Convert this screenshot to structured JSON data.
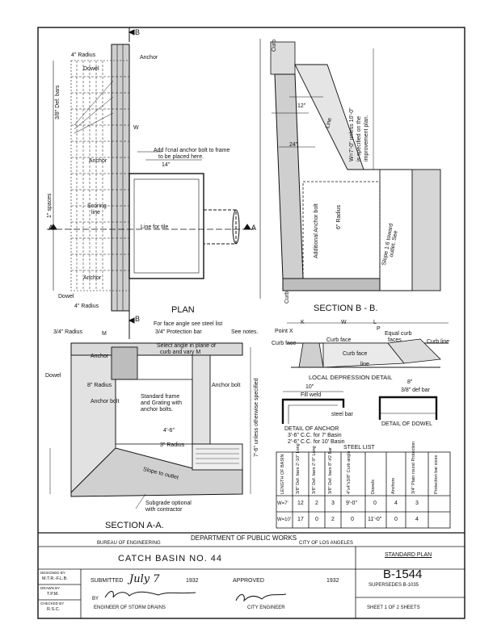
{
  "plan": {
    "title": "PLAN",
    "labels": {
      "radius_top": "4\" Radius",
      "anchor_top": "Anchor",
      "dowel_top": "Dowel",
      "def_bars": "3/8\" Def. bars",
      "w": "W",
      "add_note_1": "Add l'cnal anchor bolt to frame",
      "add_note_2": "to be placed here.",
      "dim_14": "14\"",
      "anchor_mid": "Anchor",
      "spaces": "1\" spaces",
      "scoring_1": "Scoring",
      "scoring_2": "line",
      "line_for_tile": "Line for tile",
      "anchor_bot": "Anchor",
      "dowel_bot": "Dowel",
      "radius_bot": "4\" Radius",
      "section_b": "B",
      "section_a": "A"
    }
  },
  "section_bb": {
    "title": "SECTION B - B.",
    "labels": {
      "curb": "Curb",
      "dim_24": "24\"",
      "dim_12": "12\"",
      "line": "Line",
      "w_note_1": "W=7'-0\" unless 10'-0\"",
      "w_note_2": "is specified on the",
      "w_note_3": "improvement plan.",
      "radius": "6\" Radius",
      "anchor_bolt": "Additional Anchor bolt",
      "slope_1": "Slope 1:6 toward",
      "slope_2": "outlet. See",
      "curb_bot": "Curb"
    }
  },
  "section_aa": {
    "title": "SECTION A-A.",
    "labels": {
      "radius_34": "3/4\" Radius",
      "m": "M",
      "anchor": "Anchor",
      "dowel": "Dowel",
      "radius_8": "8\" Radius",
      "anchor_bolt": "Anchor bolt",
      "for_face_1": "For face angle see steel list",
      "protection_bar": "3/4\" Protection bar",
      "see_notes": "See notes.",
      "select_1": "Select angle in plane of",
      "select_2": "curb and vary M",
      "frame_1": "Standard frame",
      "frame_2": "and Grating with",
      "frame_3": "anchor bolts.",
      "anchor_bolt_r": "Anchor bolt",
      "depth": "4'-6\"",
      "radius_3": "3\" Radius",
      "slope_outlet": "Slope to outlet",
      "side_note": "7'-6\" unless otherwise specified",
      "subgrade_1": "Subgrade optional",
      "subgrade_2": "with contractor"
    }
  },
  "local_depression": {
    "title": "LOCAL DEPRESSION DETAIL",
    "labels": {
      "point_x": "Point X",
      "k": "K",
      "w": "W",
      "l": "L",
      "p": "P",
      "curb_face_l": "Curb face",
      "curb_face_top": "Curb face",
      "curb_face_mid": "Curb face",
      "equal": "Equal curb",
      "faces": "faces",
      "curb_line": "Curb line",
      "line": "line"
    }
  },
  "detail_anchor": {
    "title": "DETAIL OF ANCHOR",
    "line_1": "3'-6\" C.C. for 7' Basin",
    "line_2": "2'-6\" C.C. for 10' Basin",
    "labels": {
      "dim_10": "10\"",
      "fillweld": "Fill weld",
      "steel_bar": "steel bar"
    }
  },
  "detail_dowel": {
    "title": "DETAIL OF DOWEL",
    "labels": {
      "def_bar": "3/8\" def bar",
      "dim_8": "8\""
    }
  },
  "steel_list": {
    "title": "STEEL LIST",
    "headers": [
      "LENGTH OF BASIN",
      "3/8\" Def. bars 2'-10\" Long",
      "3/8\" Def. bars 2'-9\" Long",
      "3/8\" Def. bars 8\"-#2 Bar",
      "4\"x4\"x3/8\" Curb angle",
      "Dowels",
      "Anchors",
      "3/4\" Plain round Protection",
      "Protection bar sizes"
    ],
    "rows": [
      [
        "W=7'",
        "12",
        "2",
        "3",
        "9'-0\"",
        "0",
        "4",
        "3"
      ],
      [
        "W=10'",
        "17",
        "0",
        "2",
        "0",
        "11'-0\"",
        "0",
        "4"
      ]
    ]
  },
  "title_block": {
    "department": "DEPARTMENT OF PUBLIC WORKS",
    "bureau": "BUREAU OF ENGINEERING",
    "city": "CITY OF LOS ANGELES",
    "drawing_title": "CATCH BASIN NO. 44",
    "standard_plan": "STANDARD PLAN",
    "plan_number": "B-1544",
    "supersedes": "SUPERSEDES B-1035",
    "designed_by_label": "DESIGNED BY",
    "designed_by": "M.T.R.-F.L.B.",
    "drawn_by_label": "DRAWN BY",
    "drawn_by": "T.P.M.",
    "checked_by_label": "CHECKED BY",
    "checked_by": "R.S.C.",
    "submitted_label": "SUBMITTED",
    "submitted_date": "July 7",
    "submitted_year": "1932",
    "approved_label": "APPROVED",
    "approved_year": "1932",
    "by_label": "BY",
    "engineer_storm_drains": "ENGINEER OF STORM DRAINS",
    "city_engineer": "CITY ENGINEER",
    "sheet": "SHEET 1 OF 2 SHEETS"
  },
  "colors": {
    "ink": "#111111",
    "paper": "#ffffff",
    "concrete": "#888888"
  }
}
